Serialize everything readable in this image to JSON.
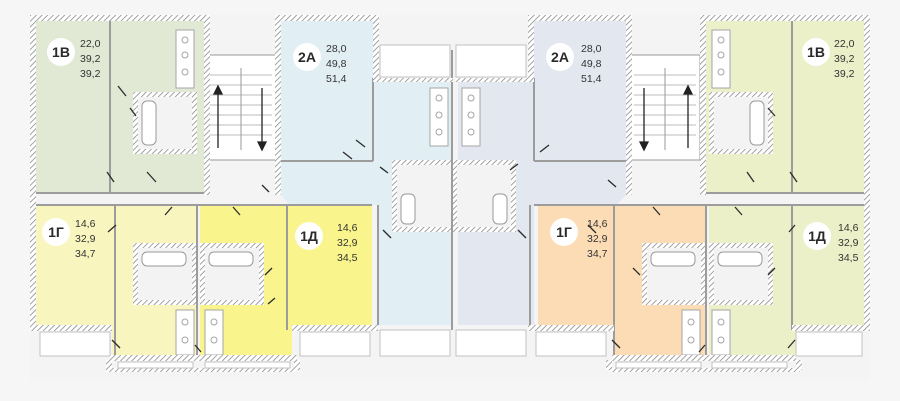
{
  "colors": {
    "green": "#e1e9d5",
    "lime": "#ecf0c8",
    "yellow_light": "#f8f5be",
    "yellow": "#f9f58c",
    "blue_light": "#e1eef4",
    "blue_gray": "#e3e7f0",
    "orange": "#fbdcb4",
    "wall": "#8a8a8a",
    "badge_fill": "#ffffff"
  },
  "apartments": [
    {
      "id": "left-1v",
      "code": "1В",
      "areas": [
        "22,0",
        "39,2",
        "39,2"
      ]
    },
    {
      "id": "left-2a",
      "code": "2А",
      "areas": [
        "28,0",
        "49,8",
        "51,4"
      ]
    },
    {
      "id": "left-1g",
      "code": "1Г",
      "areas": [
        "14,6",
        "32,9",
        "34,7"
      ]
    },
    {
      "id": "left-1d",
      "code": "1Д",
      "areas": [
        "14,6",
        "32,9",
        "34,5"
      ]
    },
    {
      "id": "right-2a",
      "code": "2А",
      "areas": [
        "28,0",
        "49,8",
        "51,4"
      ]
    },
    {
      "id": "right-1v",
      "code": "1В",
      "areas": [
        "22,0",
        "39,2",
        "39,2"
      ]
    },
    {
      "id": "right-1g",
      "code": "1Г",
      "areas": [
        "14,6",
        "32,9",
        "34,7"
      ]
    },
    {
      "id": "right-1d",
      "code": "1Д",
      "areas": [
        "14,6",
        "32,9",
        "34,5"
      ]
    }
  ]
}
